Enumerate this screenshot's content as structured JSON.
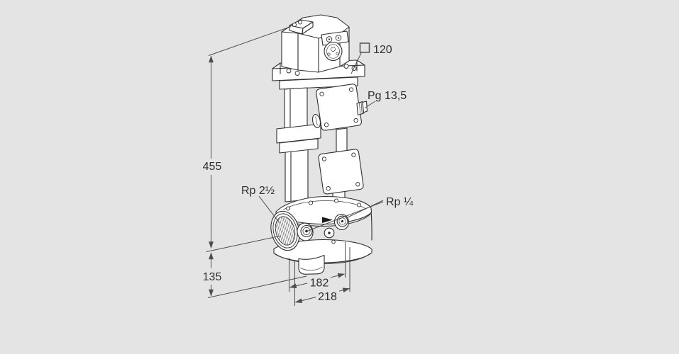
{
  "page": {
    "background": "#e4e4e4"
  },
  "drawing": {
    "line_color": "#2f2f2f",
    "dim_color": "#4d4d4d",
    "fill_color": "#ffffff",
    "dimensions": {
      "total_height": "455",
      "lower_height": "135",
      "flange_width": "182",
      "overall_width": "218",
      "actuator_square": "120"
    },
    "labels": {
      "inlet_thread": "Rp 2½",
      "test_port_thread": "Rp ¼",
      "cable_gland": "Pg 13,5"
    }
  }
}
